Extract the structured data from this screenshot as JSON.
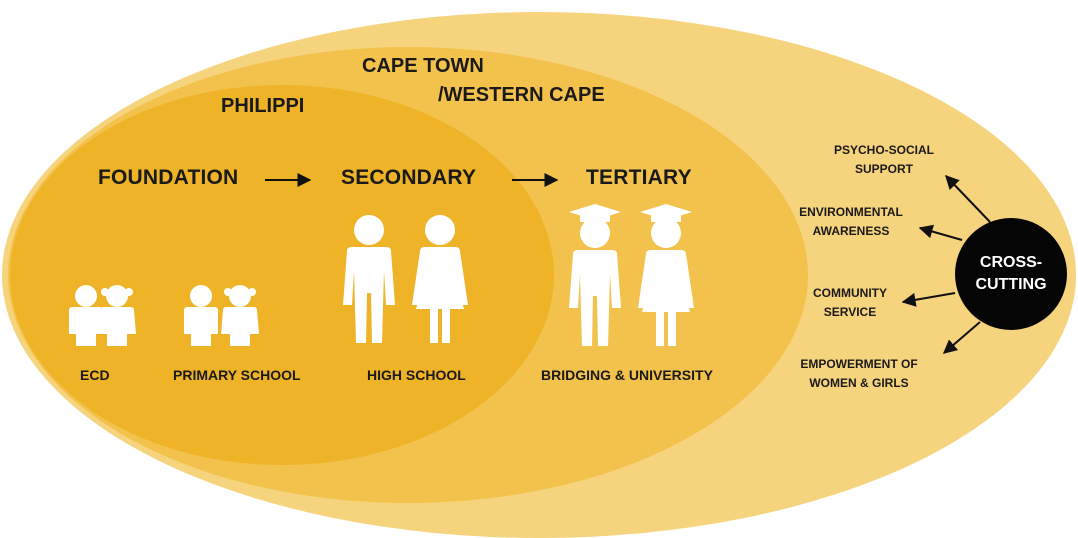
{
  "colors": {
    "outer_ellipse": "#f6d37d",
    "middle_ellipse": "#f3c24c",
    "inner_ellipse": "#efb327",
    "text": "#1a1a1a",
    "figure": "#ffffff",
    "cross_cutting_circle": "#050505"
  },
  "regions": {
    "outer": "CAPE TOWN",
    "outer_line2": "/WESTERN CAPE",
    "inner": "PHILIPPI"
  },
  "stages": [
    {
      "label": "FOUNDATION"
    },
    {
      "label": "SECONDARY"
    },
    {
      "label": "TERTIARY"
    }
  ],
  "groups": [
    {
      "label": "ECD",
      "icon": "children-pair-icon"
    },
    {
      "label": "PRIMARY SCHOOL",
      "icon": "children-pair-icon"
    },
    {
      "label": "HIGH SCHOOL",
      "icon": "teen-pair-icon"
    },
    {
      "label": "BRIDGING & UNIVERSITY",
      "icon": "graduates-pair-icon"
    }
  ],
  "cross_cutting": {
    "label_line1": "CROSS-",
    "label_line2": "CUTTING",
    "items": [
      {
        "line1": "PSYCHO-SOCIAL",
        "line2": "SUPPORT"
      },
      {
        "line1": "ENVIRONMENTAL",
        "line2": "AWARENESS"
      },
      {
        "line1": "COMMUNITY",
        "line2": "SERVICE"
      },
      {
        "line1": "EMPOWERMENT OF",
        "line2": "WOMEN & GIRLS"
      }
    ]
  }
}
